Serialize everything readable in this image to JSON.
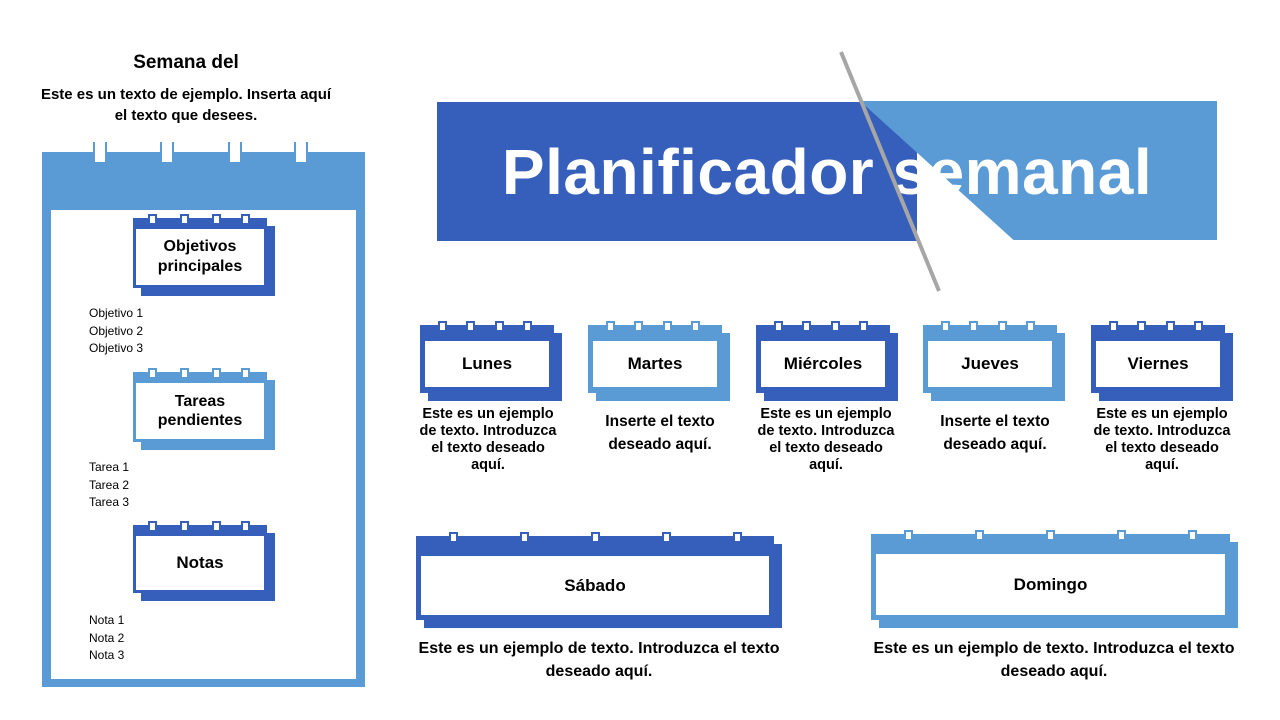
{
  "sidebar": {
    "week_title": "Semana del",
    "week_desc": "Este es un texto de ejemplo. Inserta aquí el texto que desees.",
    "sections": [
      {
        "title": "Objetivos principales",
        "items": [
          "Objetivo 1",
          "Objetivo 2",
          "Objetivo 3"
        ]
      },
      {
        "title": "Tareas pendientes",
        "items": [
          "Tarea 1",
          "Tarea 2",
          "Tarea 3"
        ]
      },
      {
        "title": "Notas",
        "items": [
          "Nota 1",
          "Nota 2",
          "Nota 3"
        ]
      }
    ]
  },
  "banner": {
    "title": "Planificador semanal"
  },
  "days": [
    {
      "name": "Lunes",
      "desc": "Este es un ejemplo de texto. Introduzca el texto deseado aquí."
    },
    {
      "name": "Martes",
      "desc": "Inserte el texto deseado aquí."
    },
    {
      "name": "Miércoles",
      "desc": "Este es un ejemplo de texto. Introduzca el texto deseado aquí."
    },
    {
      "name": "Jueves",
      "desc": "Inserte el texto deseado aquí."
    },
    {
      "name": "Viernes",
      "desc": "Este es un ejemplo de texto. Introduzca el texto deseado aquí."
    }
  ],
  "weekend": [
    {
      "name": "Sábado",
      "desc": "Este es un ejemplo de texto. Introduzca el texto deseado aquí."
    },
    {
      "name": "Domingo",
      "desc": "Este es un ejemplo de texto. Introduzca el texto deseado aquí."
    }
  ],
  "colors": {
    "dark": "#355fba",
    "light": "#5b9bd5"
  }
}
